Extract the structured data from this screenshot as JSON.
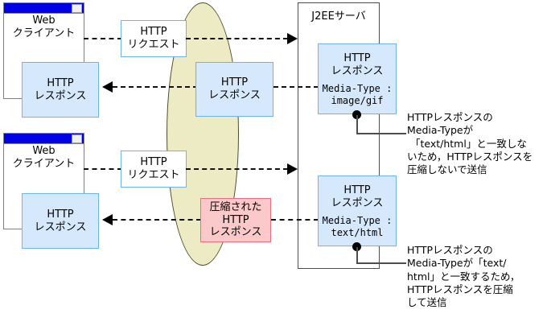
{
  "diagram": {
    "title": "HTTP response compression by Media-Type in a J2EE server",
    "colors": {
      "box_blue_fill": "#d6e8fb",
      "box_blue_border": "#6fb4e8",
      "box_pink_fill": "#fbc9c9",
      "box_pink_border": "#e86f80",
      "network_fill": "#ecebc4",
      "network_border": "#4d4d2b",
      "titlebar": "#0000e6",
      "line": "#111111"
    }
  },
  "server": {
    "title": "J2EEサーバ"
  },
  "flows": [
    {
      "client": {
        "label_line1": "Web",
        "label_line2": "クライアント"
      },
      "request_box": {
        "line1": "HTTP",
        "line2": "リクエスト"
      },
      "network_box": {
        "line1": "HTTP",
        "line2": "レスポンス"
      },
      "client_response_box": {
        "line1": "HTTP",
        "line2": "レスポンス"
      },
      "server_response_box": {
        "line1": "HTTP",
        "line2": "レスポンス",
        "meta_line1": "Media-Type :",
        "meta_line2": "image/gif"
      },
      "annotation": "HTTPレスポンスの\nMedia-Typeが\n 「text/html」と一致しな\nいため，HTTPレスポンスを\n圧縮しないで送信"
    },
    {
      "client": {
        "label_line1": "Web",
        "label_line2": "クライアント"
      },
      "request_box": {
        "line1": "HTTP",
        "line2": "リクエスト"
      },
      "network_box": {
        "line1": "圧縮された",
        "line2": "HTTP",
        "line3": "レスポンス"
      },
      "client_response_box": {
        "line1": "HTTP",
        "line2": "レスポンス"
      },
      "server_response_box": {
        "line1": "HTTP",
        "line2": "レスポンス",
        "meta_line1": "Media-Type :",
        "meta_line2": "text/html"
      },
      "annotation": "HTTPレスポンスの\nMedia-Typeが「text/\nhtml」と一致するため，\nHTTPレスポンスを圧縮\nして送信"
    }
  ]
}
